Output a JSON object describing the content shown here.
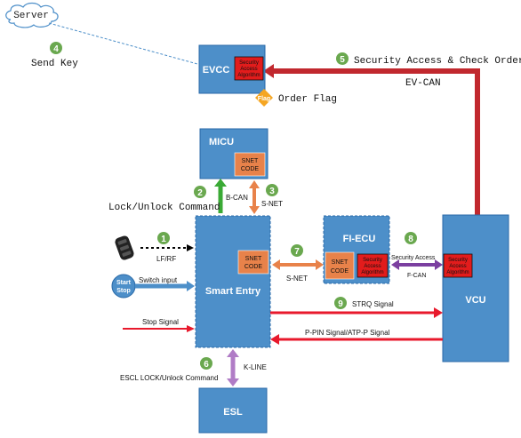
{
  "server": {
    "label": "Server"
  },
  "steps": {
    "s1": "1",
    "s2": "2",
    "s3": "3",
    "s4": "4",
    "s5": "5",
    "s6": "6",
    "s7": "7",
    "s8": "8",
    "s9": "9"
  },
  "labels": {
    "send_key": "Send Key",
    "security_access": "Security Access & Check Order F",
    "ev_can": "EV-CAN",
    "order_flag": "Order Flag",
    "flag": "Flag",
    "lock_unlock": "Lock/Unlock Command",
    "b_can": "B-CAN",
    "s_net_v": "S-NET",
    "lf_rf": "LF/RF",
    "switch_input": "Switch input",
    "start": "Start",
    "stop": "Stop",
    "stop_signal": "Stop Signal",
    "s_net_h": "S-NET",
    "security_access_short": "Security Access",
    "f_can": "F-CAN",
    "strq_signal": "STRQ Signal",
    "ppin_signal": "P-PIN Signal/ATP-P Signal",
    "k_line": "K-LINE",
    "escl_cmd": "ESCL LOCK/Unlock Command"
  },
  "blocks": {
    "evcc": "EVCC",
    "micu": "MICU",
    "smart_entry": "Smart Entry",
    "fi_ecu": "FI-ECU",
    "vcu": "VCU",
    "esl": "ESL"
  },
  "modules": {
    "snet": [
      "SNET",
      "CODE"
    ],
    "sec_algo": [
      "Security",
      "Access",
      "Algorithm"
    ]
  },
  "colors": {
    "block": "#4d8fc9",
    "snet_code": "#e8824a",
    "security": "#e21c1c",
    "ev_can_arrow": "#c1282e",
    "b_can_arrow": "#3aaa35",
    "s_net_arrow": "#e8824a",
    "f_can_arrow": "#7b3fa0",
    "k_line_arrow": "#b07cc6",
    "strq_arrow": "#e8192c",
    "step_circle": "#6aa84f",
    "switch_arrow": "#4d8fc9"
  }
}
